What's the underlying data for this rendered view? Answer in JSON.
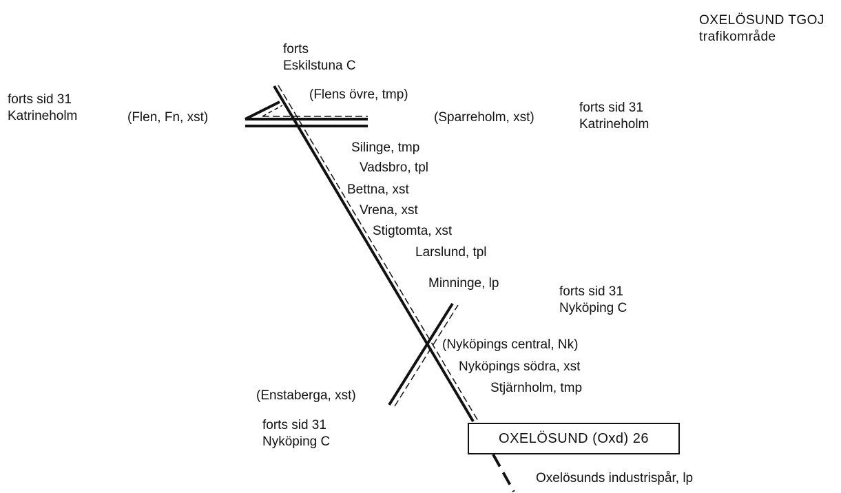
{
  "header": {
    "line1": "OXELÖSUND TGOJ",
    "line2": "trafikområde"
  },
  "labels": {
    "eskilstuna_forts": "forts",
    "eskilstuna_name": "Eskilstuna C",
    "left_forts": "forts sid 31",
    "left_name": "Katrineholm",
    "flen": "(Flen, Fn, xst)",
    "flens_ovre": "(Flens övre, tmp)",
    "sparreholm": "(Sparreholm, xst)",
    "right_forts": "forts sid 31",
    "right_name": "Katrineholm",
    "nykoping_top_forts": "forts sid 31",
    "nykoping_top_name": "Nyköping C",
    "enstaberga": "(Enstaberga, xst)",
    "nykoping_bottom_forts": "forts sid 31",
    "nykoping_bottom_name": "Nyköping C",
    "industrispar": "Oxelösunds industrispår, lp"
  },
  "stations": [
    "Silinge, tmp",
    "Vadsbro, tpl",
    "Bettna, xst",
    "Vrena, xst",
    "Stigtomta, xst",
    "Larslund, tpl",
    "Minninge, lp",
    "(Nyköpings central, Nk)",
    "Nyköpings södra, xst",
    "Stjärnholm, tmp"
  ],
  "terminus": {
    "name": "OXELÖSUND (Oxd) 26"
  }
}
